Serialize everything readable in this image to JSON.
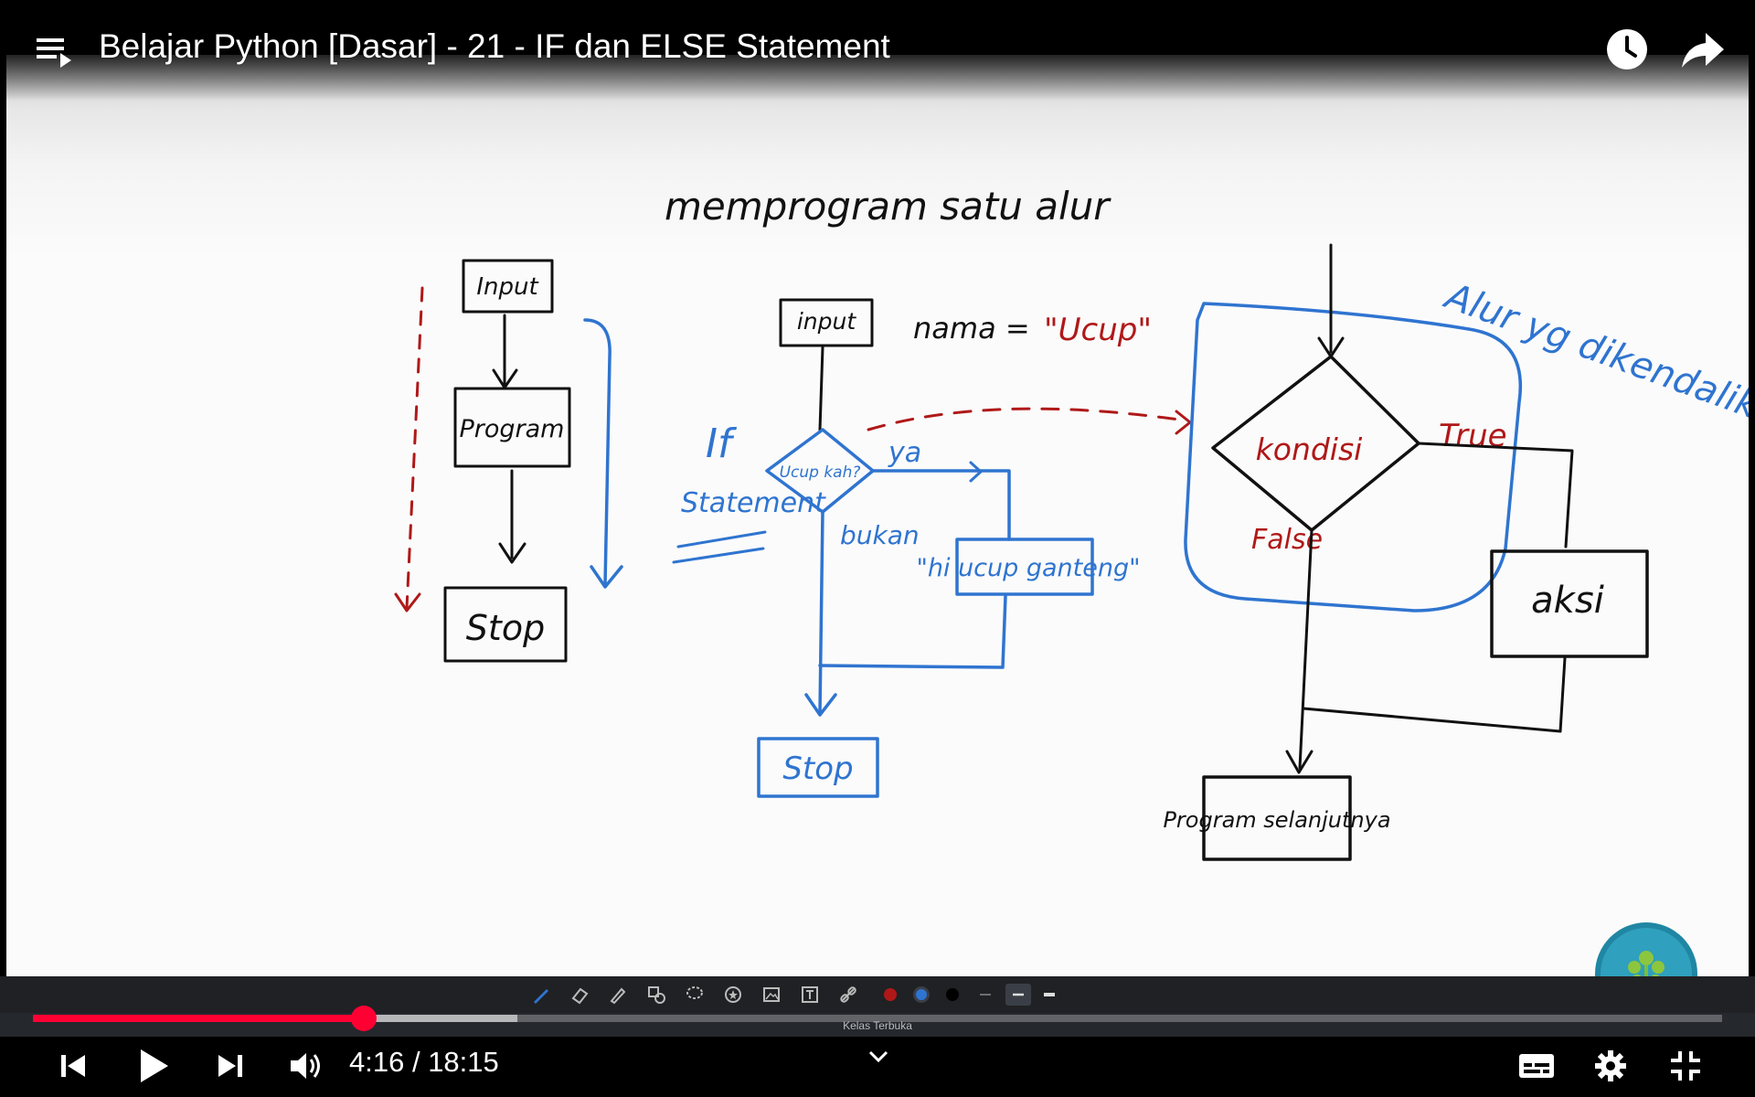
{
  "player": {
    "title": "Belajar Python [Dasar] - 21 - IF dan ELSE Statement",
    "time": {
      "current": "4:16",
      "duration": "18:15",
      "separator": " / "
    },
    "progress": {
      "played_fraction": 0.196,
      "buffered_fraction": 0.287
    },
    "colors": {
      "accent": "#ff0033"
    }
  },
  "whiteboard": {
    "status_label": "Kelas Terbuka",
    "notes": {
      "heading": "memprogram satu alur",
      "flow1": {
        "input": "Input",
        "program": "Program",
        "stop": "Stop"
      },
      "flow2": {
        "input": "input",
        "assign": "nama = ",
        "value": "\"Ucup\"",
        "if_label": "If",
        "statement_label": "Statement",
        "diamond": "Ucup kah?",
        "yes": "ya",
        "no": "bukan",
        "output": "\"hi ucup ganteng\"",
        "stop": "Stop"
      },
      "flow3": {
        "region_label": "Alur yg dikendalikan",
        "condition": "kondisi",
        "true": "True",
        "false": "False",
        "action": "aksi",
        "next": "Program selanjutnya"
      }
    },
    "colors": {
      "ink": "#111111",
      "blue": "#2f74d0",
      "red": "#b01818"
    },
    "tools": [
      "pen-icon",
      "eraser-icon",
      "highlighter-icon",
      "shapes-icon",
      "lasso-icon",
      "stamp-icon",
      "image-icon",
      "text-icon",
      "link-icon"
    ]
  }
}
